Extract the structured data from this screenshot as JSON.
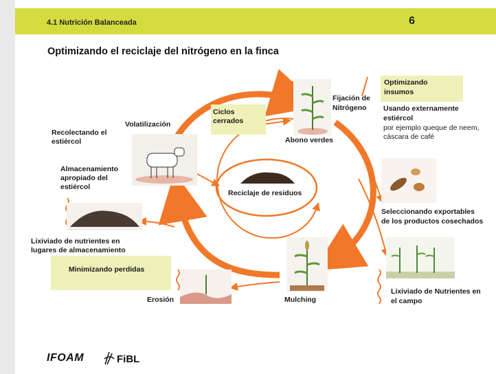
{
  "header": {
    "section": "4.1 Nutrición Balanceada",
    "page_number": "6"
  },
  "title": "Optimizando el reciclaje del nitrógeno en la finca",
  "labels": {
    "volatilizacion": "Volatilización",
    "recolectando_1": "Recolectando el",
    "recolectando_2": "estiércol",
    "almacenamiento_1": "Almacenamiento",
    "almacenamiento_2": "apropiado del",
    "almacenamiento_3": "estiércol",
    "ciclos_1": "Ciclos",
    "ciclos_2": "cerrados",
    "fijacion_1": "Fijación de",
    "fijacion_2": "Nitrógeno",
    "abono": "Abono verdes",
    "optimizando_1": "Optimizando",
    "optimizando_2": "insumos",
    "usando_1": "Usando externamente",
    "usando_2": "estiércol",
    "ejemplo_1": "por ejemplo queque de neem,",
    "ejemplo_2": "cáscara de café",
    "reciclaje": "Reciclaje de residuos",
    "seleccionando_1": "Seleccionando exportables",
    "seleccionando_2": "de los productos cosechados",
    "lixiviado_alm_1": "Lixiviado de nutrientes en",
    "lixiviado_alm_2": "lugares de almacenamiento",
    "minimizando": "Minimizando perdidas",
    "erosion": "Erosión",
    "mulching": "Mulching",
    "lixiviado_campo_1": "Lixiviado de Nutrientes en",
    "lixiviado_campo_2": "el campo"
  },
  "logos": {
    "ifoam": "IFOAM",
    "fibl": "FiBL"
  },
  "colors": {
    "header": "#d4db3e",
    "box": "#eef0b8",
    "arrow": "#f07828",
    "text": "#1a1a1a"
  }
}
